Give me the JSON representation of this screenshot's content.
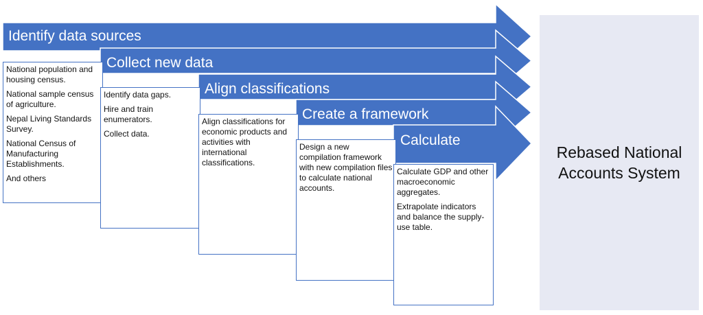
{
  "colors": {
    "arrow": "#4472c4",
    "result_panel": "#e7e9f3",
    "step_text": "#ffffff",
    "box_border": "#4472c4"
  },
  "stages": [
    {
      "title": "Identify data sources",
      "items": [
        "National population and housing census.",
        "National sample census of agriculture.",
        "Nepal Living Standards Survey.",
        "National Census of Manufacturing Establishments.",
        "And others"
      ]
    },
    {
      "title": "Collect new data",
      "items": [
        "Identify data gaps.",
        "Hire and train enumerators.",
        "Collect data."
      ]
    },
    {
      "title": "Align classifications",
      "items": [
        "Align classifications for economic products and activities with international classifications."
      ]
    },
    {
      "title": "Create a framework",
      "items": [
        "Design a new compilation framework with new compilation files to calculate national accounts."
      ]
    },
    {
      "title": "Calculate",
      "items": [
        "Calculate GDP and other macroeconomic aggregates.",
        "Extrapolate indicators and balance the supply-use table."
      ]
    }
  ],
  "result": {
    "label": "Rebased National Accounts System"
  }
}
